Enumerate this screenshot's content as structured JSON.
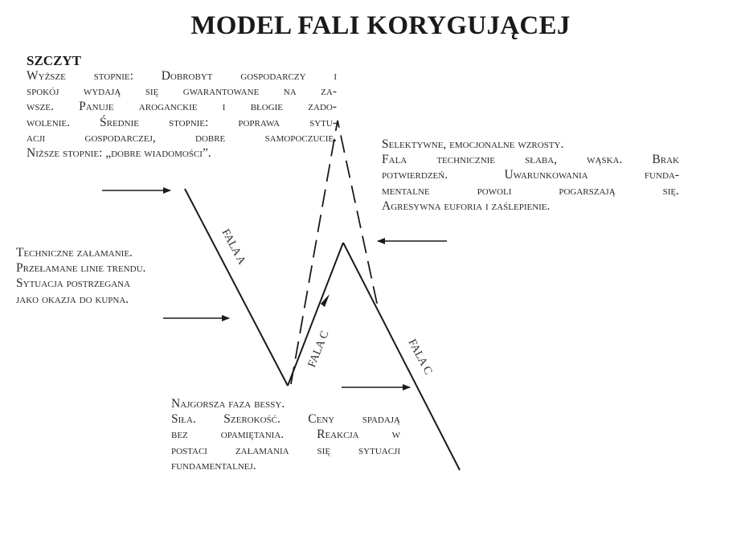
{
  "title": "MODEL FALI KORYGUJĄCEJ",
  "peak": {
    "heading": "SZCZYT",
    "lines": [
      "Wyższe stopnie: Dobrobyt gospodarczy i",
      "spokój wydają się gwarantowane na za-",
      "wsze. Panuje aroganckie i błogie zado-",
      "wolenie. Średnie stopnie: poprawa sytu-",
      "acji gospodarczej, dobre samopoczucie.",
      "Niższe stopnie: „dobre wiadomości”."
    ]
  },
  "right_note": {
    "lines": [
      "Selektywne, emocjonalne wzrosty.",
      "Fala technicznie słaba, wąska. Brak",
      "potwierdzeń. Uwarunkowania funda-",
      "mentalne powoli pogarszają się.",
      "Agresywna euforia i zaślepienie."
    ]
  },
  "left_note": {
    "lines": [
      "Techniczne załamanie.",
      "Przełamane linie trendu.",
      "Sytuacja postrzegana",
      "jako okazja do kupna."
    ]
  },
  "bottom_note": {
    "lines": [
      "Najgorsza faza bessy.",
      "Siła. Szerokość. Ceny spadają",
      "bez opamiętania. Reakcja w",
      "postaci załamania się sytuacji",
      "fundamentalnej."
    ]
  },
  "wave_labels": {
    "a": "FALA A",
    "mid": "FALA C",
    "c": "FALA C"
  },
  "colors": {
    "ink": "#1a1a1a",
    "background": "#ffffff"
  }
}
